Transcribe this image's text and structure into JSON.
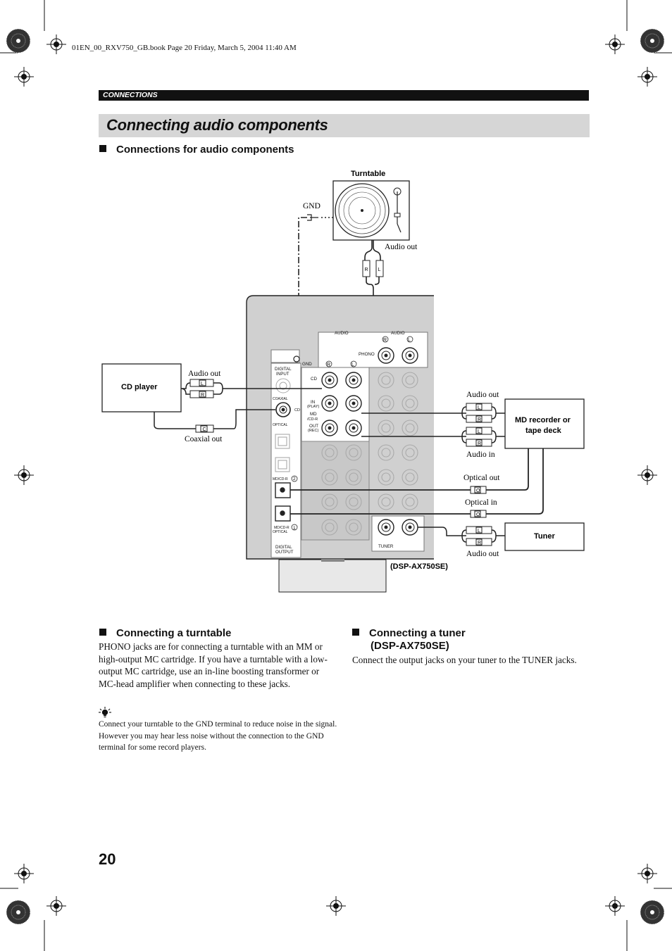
{
  "file_header": "01EN_00_RXV750_GB.book  Page 20  Friday, March 5, 2004  11:40 AM",
  "section_label": "CONNECTIONS",
  "title": "Connecting audio components",
  "subheading": "Connections for audio components",
  "diagram": {
    "turntable": "Turntable",
    "gnd": "GND",
    "audio_out_turntable": "Audio out",
    "cd_player": "CD player",
    "cd_audio_out": "Audio out",
    "coaxial_out": "Coaxial out",
    "md_recorder_line1": "MD recorder or",
    "md_recorder_line2": "tape deck",
    "md_audio_out": "Audio out",
    "md_audio_in": "Audio in",
    "optical_out": "Optical out",
    "optical_in": "Optical in",
    "tuner": "Tuner",
    "tuner_audio_out": "Audio out",
    "model_note": "(DSP-AX750SE)",
    "panel": {
      "audio_left": "AUDIO",
      "audio_right": "AUDIO",
      "phono": "PHONO",
      "gnd": "GND",
      "digital_input_1": "DIGITAL",
      "digital_input_2": "INPUT",
      "coaxial": "COAXIAL",
      "cd_small": "CD",
      "optical": "OPTICAL",
      "cd": "CD",
      "in_1": "IN",
      "in_2": "(PLAY)",
      "md_1": "MD",
      "md_2": "/CD-R",
      "out_1": "OUT",
      "out_2": "(REC)",
      "mdcdr2": "MD/CD-R",
      "mdcdr1": "MD/CD-R",
      "optical_small": "OPTICAL",
      "digital_output_1": "DIGITAL",
      "digital_output_2": "OUTPUT",
      "tuner": "TUNER",
      "r": "R",
      "l": "L",
      "num1": "1",
      "num2": "2"
    }
  },
  "turntable_section": {
    "heading": "Connecting a turntable",
    "body": "PHONO jacks are for connecting a turntable with an MM or high-output MC cartridge. If you have a turntable with a low-output MC cartridge, use an in-line boosting transformer or MC-head amplifier when connecting to these jacks.",
    "tip_icon": "lightbulb-icon",
    "tip": "Connect your turntable to the GND terminal to reduce noise in the signal. However you may hear less noise without the connection to the GND terminal for some record players."
  },
  "tuner_section": {
    "heading_line1": "Connecting a tuner",
    "heading_line2": "(DSP-AX750SE)",
    "body": "Connect the output jacks on your tuner to the TUNER jacks."
  },
  "page_number": "20"
}
